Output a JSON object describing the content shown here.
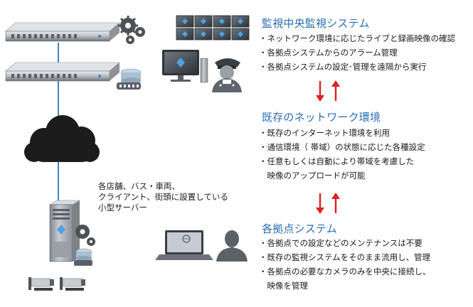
{
  "sections": [
    {
      "title": "監視中央監視システム",
      "bullets": [
        "・ネットワーク環境に応じたライブと録画映像の確認",
        "・各拠点システムからのアラーム管理",
        "・各拠点システムの設定･管理を遠隔から実行"
      ]
    },
    {
      "title": "既存のネットワーク環境",
      "bullets": [
        "・既存のインターネット環境を利用",
        "・通信環境（ 帯域）の状態に応じた各種設定",
        "・任意もしくは自動により帯域を考慮した",
        "　映像のアップロードが可能"
      ]
    },
    {
      "title": "各拠点システム",
      "bullets": [
        "・各拠点での設定などのメンテナンスは不要",
        "・既存の監視システムをそのまま流用し、管理",
        "・各拠点の必要なカメラのみを中央に接続し、",
        "　映像を管理"
      ]
    }
  ],
  "site_caption": [
    "各店舗、バス・車両、",
    "クライアント、街頭に設置している",
    "小型サーバー"
  ],
  "colors": {
    "heading": "#2a6fb3",
    "arrow": "#e0201b",
    "link_line": "#3d86c6",
    "cloud": "#1c1c1c"
  },
  "icons": [
    "rack-server-icon",
    "gear-icon",
    "video-wall-icon",
    "monitor-icon",
    "security-guard-icon",
    "cloud-icon",
    "tower-server-icon",
    "laptop-icon",
    "user-silhouette-icon",
    "security-camera-icon",
    "up-down-arrows-icon"
  ]
}
